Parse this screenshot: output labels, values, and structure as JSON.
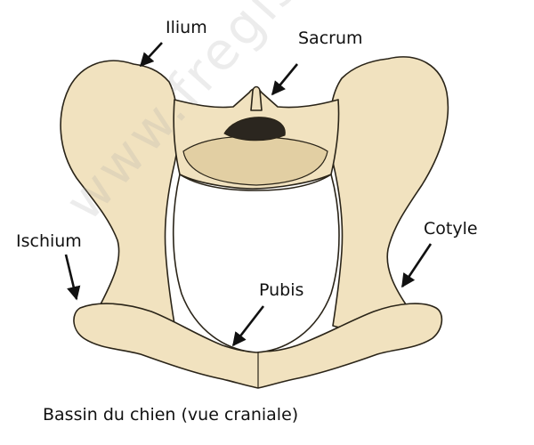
{
  "labels": {
    "ilium": "Ilium",
    "sacrum": "Sacrum",
    "ischium": "Ischium",
    "cotyle": "Cotyle",
    "pubis": "Pubis"
  },
  "caption": "Bassin du chien (vue craniale)",
  "watermark": "www.fregis.com",
  "colors": {
    "bone": "#f1e2bf",
    "bone_shadow": "#e2cfa3",
    "outline": "#2a2418",
    "canal": "#2b261f",
    "arrow": "#111111"
  }
}
